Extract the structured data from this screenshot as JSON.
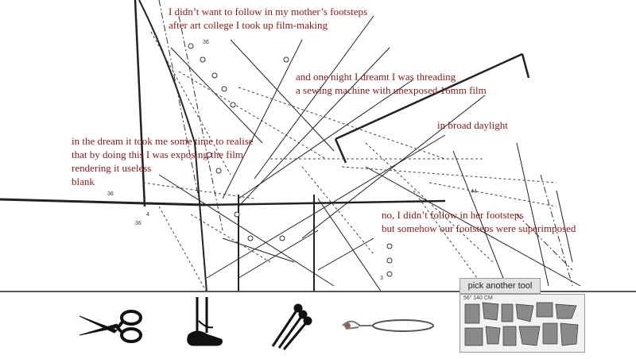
{
  "poem": {
    "block1": [
      "I didn’t want to follow in my mother’s footsteps",
      "after art college I took up film-making"
    ],
    "block2": [
      "and one night I dreamt I was threading",
      "a sewing machine with unexposed 16mm film"
    ],
    "block3": [
      "in broad daylight"
    ],
    "block4": [
      "in the dream it took me some time to realise",
      "that by doing this I was exposing the film",
      "rendering it useless",
      "blank"
    ],
    "block5": [
      "no, I didn’t follow in her footsteps",
      "but somehow our footsteps were superimposed"
    ]
  },
  "pattern_labels": [
    "36",
    "36",
    "4",
    "36",
    "44",
    "3"
  ],
  "toolbar": {
    "tools": [
      {
        "name": "scissors-icon"
      },
      {
        "name": "sewing-machine-foot-icon"
      },
      {
        "name": "pins-icon"
      },
      {
        "name": "seam-ripper-icon"
      },
      {
        "name": "pattern-sheet-icon"
      }
    ],
    "pick_label": "pick another tool",
    "ruler_text": "56\"  140 CM"
  },
  "colors": {
    "text": "#8b1a1a",
    "lines": "#222222",
    "toolbar_border": "#555555"
  }
}
